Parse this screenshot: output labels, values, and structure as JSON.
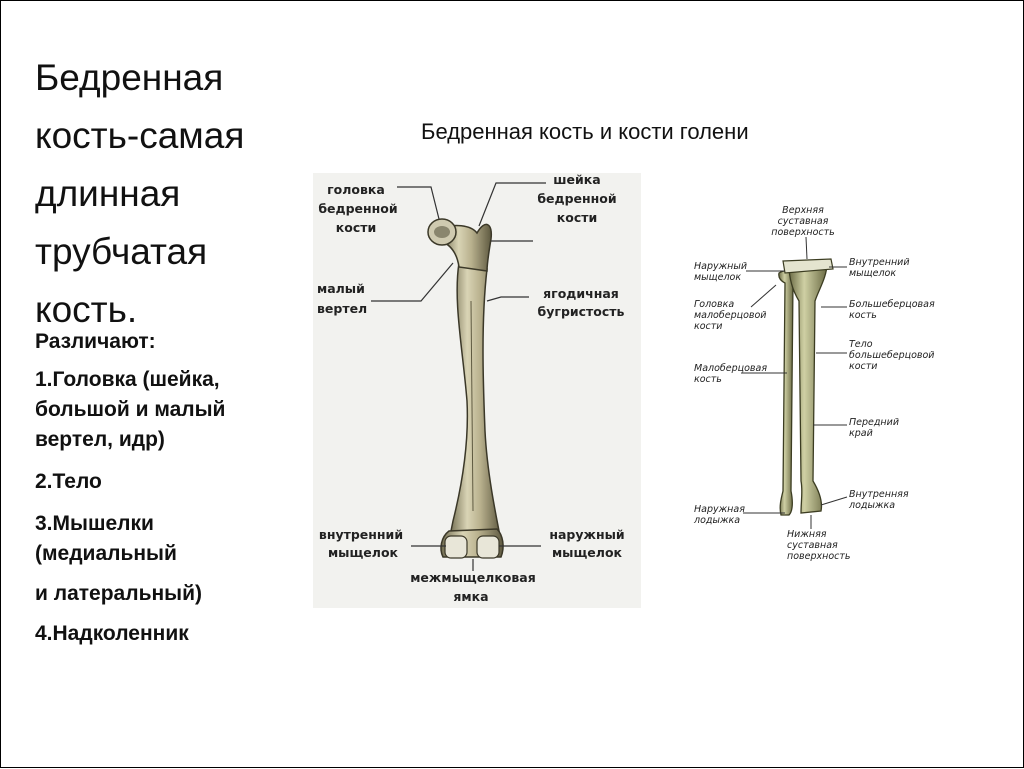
{
  "slide": {
    "title_lines": [
      "Бедренная",
      "кость-самая",
      "длинная",
      "трубчатая",
      "кость."
    ],
    "list": [
      "Различают:",
      "1.Головка (шейка,",
      "большой и малый",
      "вертел, идр)",
      "2.Тело",
      "3.Мышелки",
      "(медиальный",
      "и латеральный)",
      "4.Надколенник"
    ]
  },
  "figure": {
    "title": "Бедренная кость и кости голени",
    "femur_labels": {
      "head": [
        "головка",
        "бедренной",
        "кости"
      ],
      "neck": [
        "шейка",
        "бедренной",
        "кости"
      ],
      "lesser_trochanter": [
        "малый",
        "вертел"
      ],
      "gluteal_tuberosity": [
        "ягодичная",
        "бугристость"
      ],
      "medial_condyle": [
        "внутренний",
        "мыщелок"
      ],
      "lateral_condyle": [
        "наружный",
        "мыщелок"
      ],
      "intercondylar_fossa": [
        "межмыщелковая",
        "ямка"
      ]
    },
    "leg_labels": {
      "upper_articular": [
        "Верхняя",
        "суставная",
        "поверхность"
      ],
      "lateral_condyle": [
        "Наружный",
        "мыщелок"
      ],
      "medial_condyle": [
        "Внутренний",
        "мыщелок"
      ],
      "fibula_head": [
        "Головка",
        "малоберцовой",
        "кости"
      ],
      "tibia": [
        "Большеберцовая",
        "кость"
      ],
      "tibia_body": [
        "Тело",
        "большеберцовой",
        "кости"
      ],
      "fibula": [
        "Малоберцовая",
        "кость"
      ],
      "anterior_edge": [
        "Передний",
        "край"
      ],
      "lateral_malleolus": [
        "Наружная",
        "лодыжка"
      ],
      "medial_malleolus": [
        "Внутренняя",
        "лодыжка"
      ],
      "lower_articular": [
        "Нижняя",
        "суставная",
        "поверхность"
      ]
    }
  }
}
